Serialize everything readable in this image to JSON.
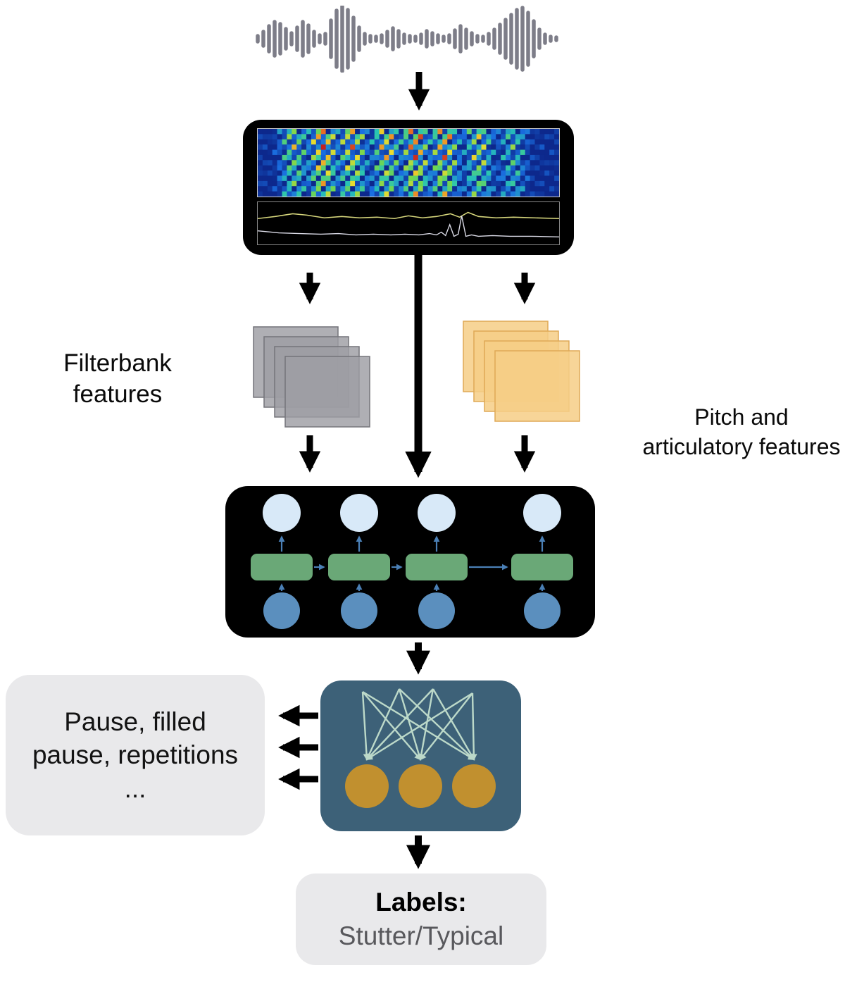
{
  "labels": {
    "filterbank": {
      "line1": "Filterbank",
      "line2": "features"
    },
    "pitch": {
      "line1": "Pitch and",
      "line2": "articulatory features"
    },
    "pause": {
      "line1": "Pause, filled",
      "line2": "pause, repetitions",
      "line3": "..."
    },
    "output": {
      "title": "Labels:",
      "value": "Stutter/Typical"
    }
  },
  "colors": {
    "arrow": "#000000",
    "waveform": "#7d7d88",
    "filterbank_fill": "#9d9da3",
    "pitch_feature_fill": "#f6ce86",
    "rnn_box": "#000000",
    "rnn_top_node": "#d8e9f8",
    "rnn_cell": "#6aa877",
    "rnn_input_node": "#5b8fbe",
    "rnn_edge": "#4a7fb5",
    "dnn_box": "#3d6178",
    "dnn_node": "#c1902f",
    "dnn_edge": "#bcd9c9",
    "panel_bg": "#e9e9eb",
    "output_value_text": "#58585c"
  }
}
